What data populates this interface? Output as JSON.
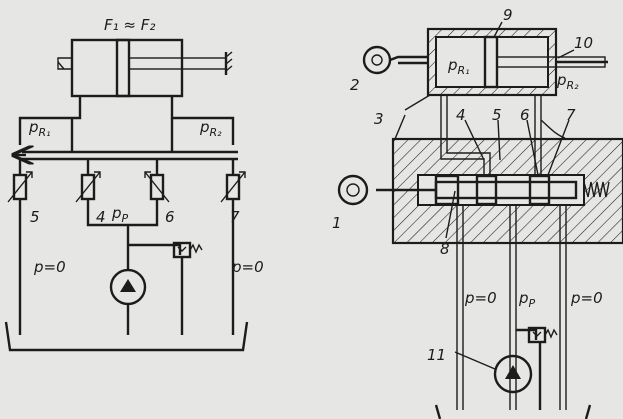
{
  "left": {
    "cylinder_label": "F₁ ≈ F₂",
    "pr1": "R₁",
    "pr2": "R₂",
    "pp": "p",
    "pp_sub": "P",
    "zero_left": "p=0",
    "zero_right": "p=0",
    "throttles": [
      "5",
      "4",
      "6",
      "7"
    ]
  },
  "right": {
    "callouts": [
      "9",
      "10",
      "2",
      "3",
      "4",
      "5",
      "6",
      "7",
      "1",
      "8",
      "11"
    ],
    "pr1": "R₁",
    "pr2": "R₂",
    "p_left": "p=0",
    "p_mid": "p",
    "p_mid_sub": "P",
    "p_right": "p=0"
  }
}
